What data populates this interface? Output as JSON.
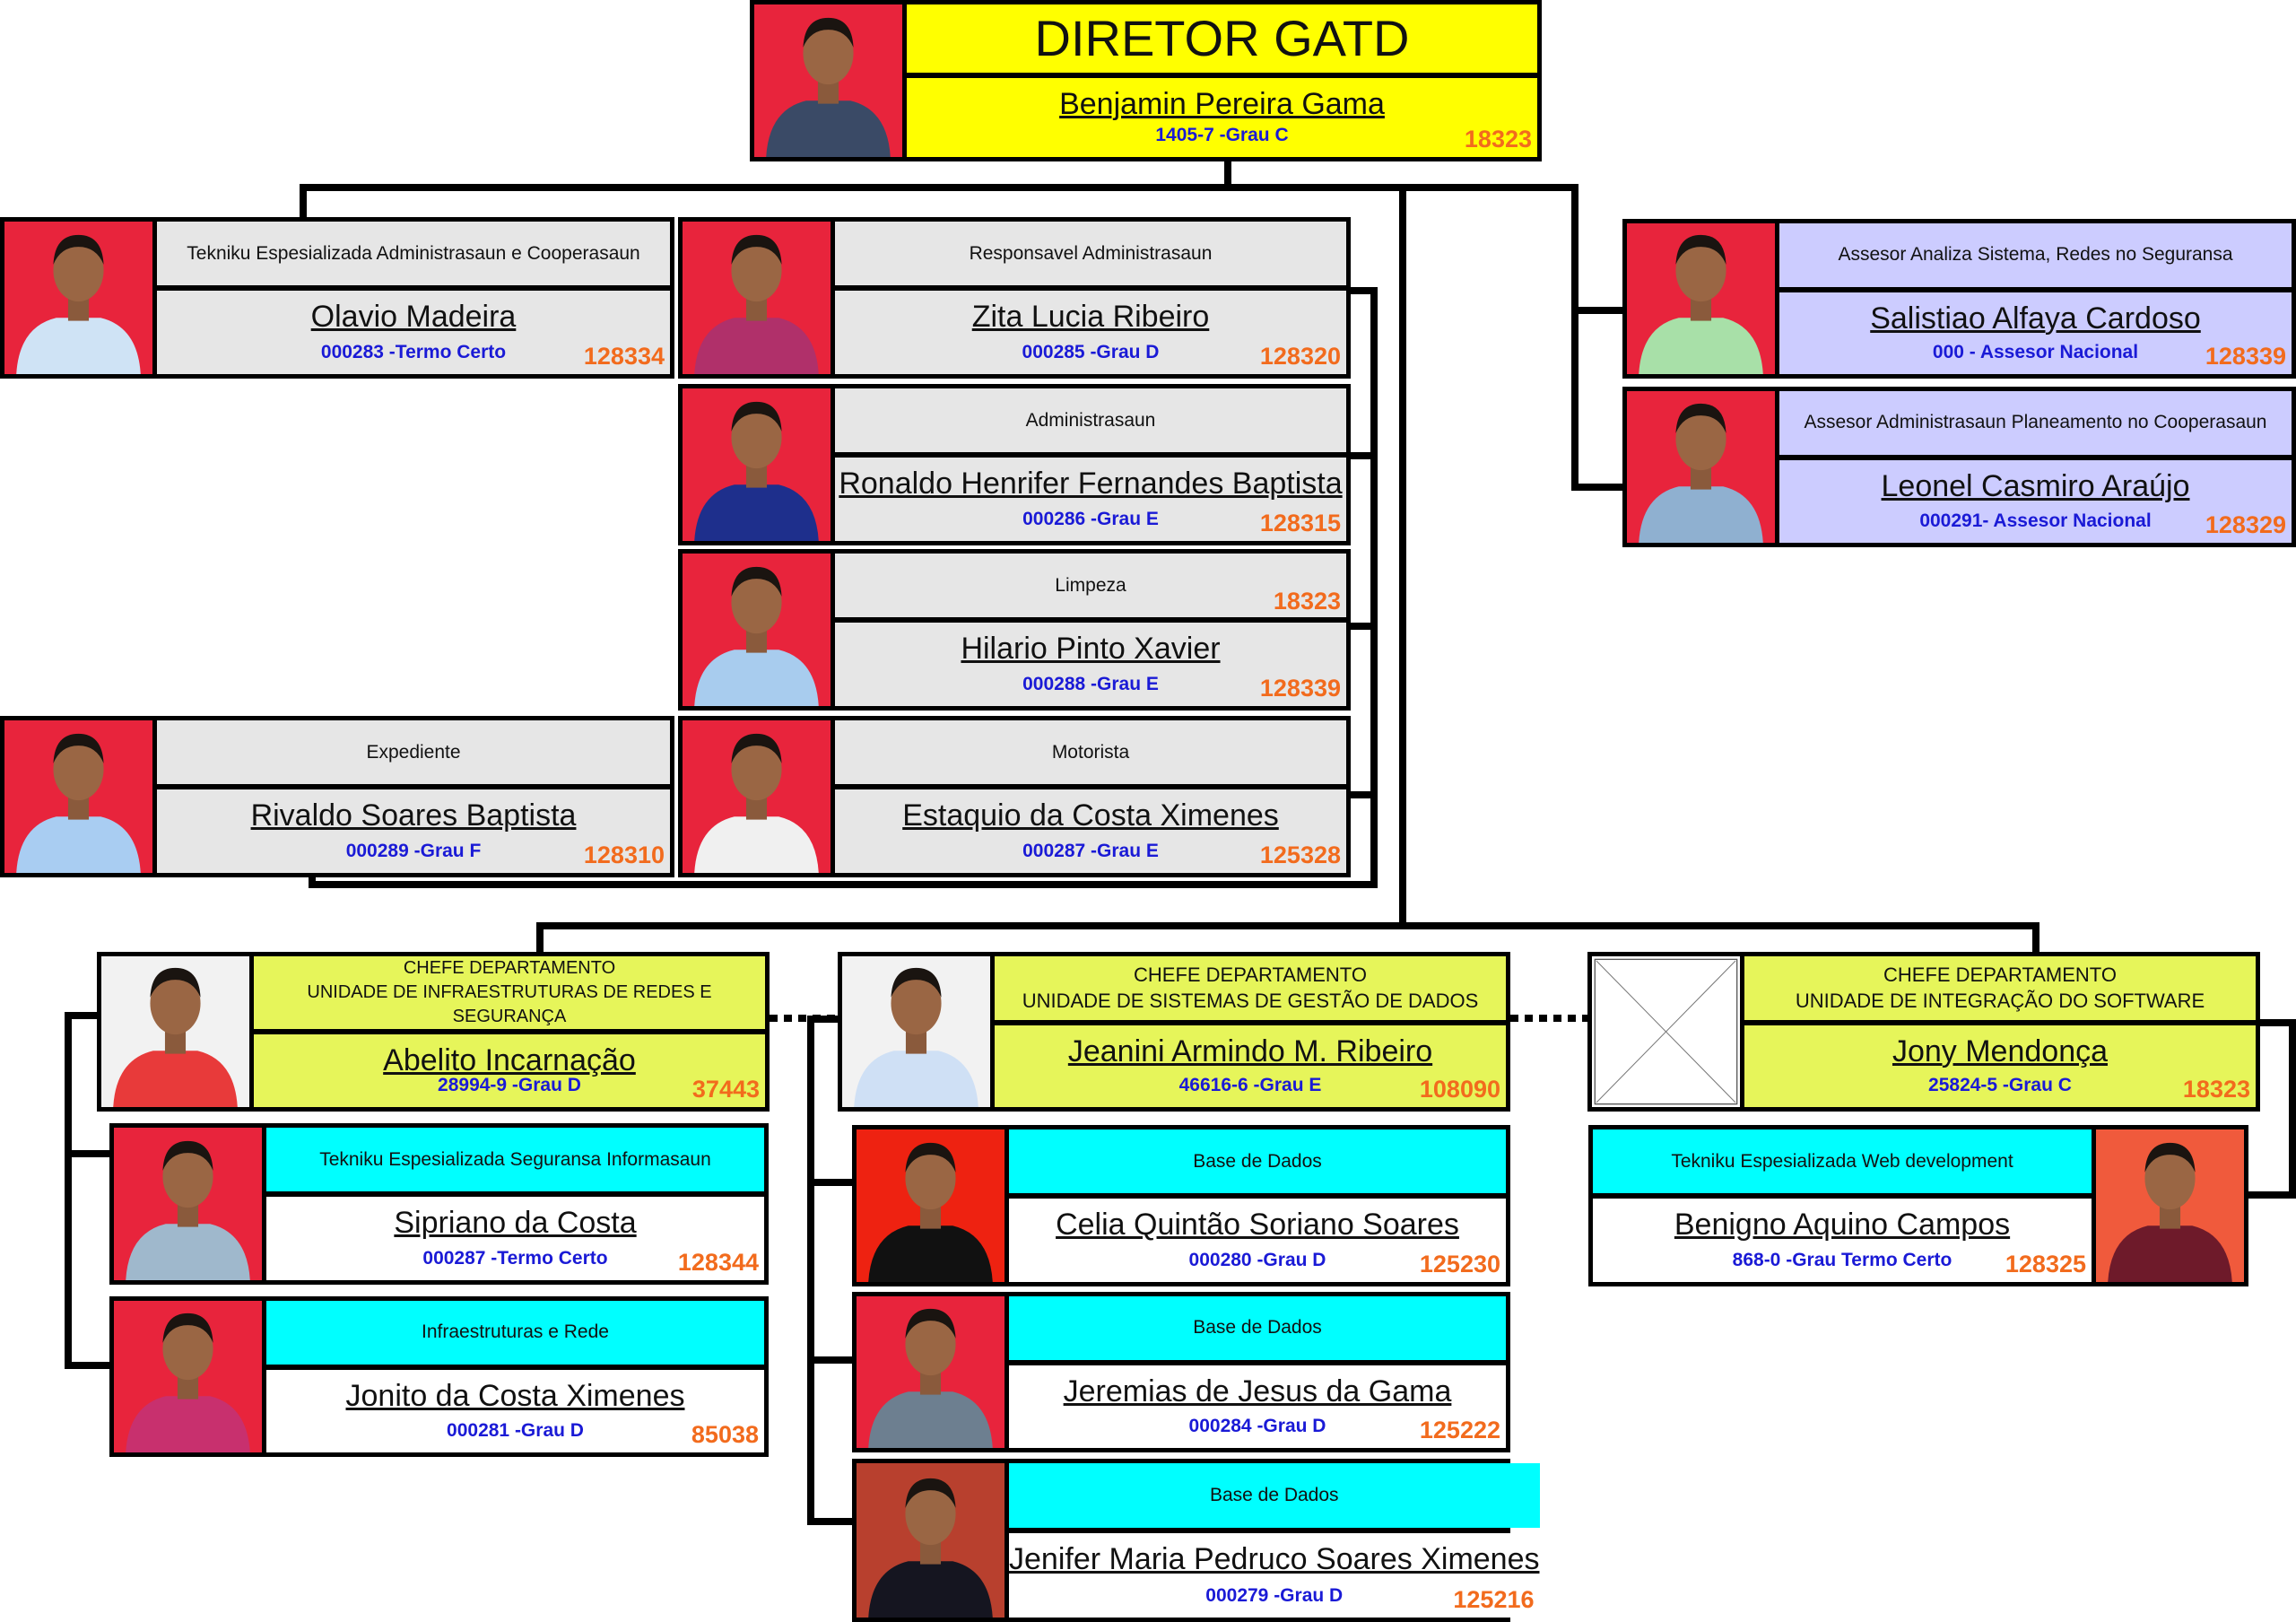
{
  "colors": {
    "gray": "#e6e6e6",
    "lavender": "#ccccff",
    "dept": "#e6f55a",
    "cyan": "#00ffff",
    "director": "#ffff00",
    "photo_bg": "#e8243c",
    "id_text": "#1a1ad6",
    "number": "#f26b1d"
  },
  "cards": [
    {
      "key": "director",
      "theme": "dir",
      "role": "DIRETOR GATD",
      "name": "Benjamin Pereira Gama",
      "id_line": "1405-7 -Grau C",
      "number": "18323",
      "shirt": "#3a4a66"
    },
    {
      "key": "olavio",
      "theme": "gray",
      "role": "Tekniku Espesializada Administrasaun e Cooperasaun",
      "name": "Olavio Madeira",
      "id_line": "000283 -Termo Certo",
      "number": "128334",
      "shirt": "#cfe3f5"
    },
    {
      "key": "zita",
      "theme": "gray",
      "role": "Responsavel Administrasaun",
      "name": "Zita Lucia Ribeiro",
      "id_line": "000285 -Grau D",
      "number": "128320",
      "shirt": "#b0306a"
    },
    {
      "key": "ronaldo",
      "theme": "gray",
      "role": "Administrasaun",
      "name": "Ronaldo Henrifer Fernandes Baptista",
      "id_line": "000286 -Grau E",
      "number": "128315",
      "shirt": "#1e2f8c"
    },
    {
      "key": "hilario",
      "theme": "gray",
      "role": "Limpeza",
      "role_number": "18323",
      "name": "Hilario Pinto Xavier",
      "id_line": "000288 -Grau E",
      "number": "128339",
      "shirt": "#a8ccee"
    },
    {
      "key": "rivaldo",
      "theme": "gray",
      "role": "Expediente",
      "name": "Rivaldo Soares Baptista",
      "id_line": "000289 -Grau F",
      "number": "128310",
      "shirt": "#a9cdf2"
    },
    {
      "key": "estaquio",
      "theme": "gray",
      "role": "Motorista",
      "name": "Estaquio da Costa Ximenes",
      "id_line": "000287 -Grau E",
      "number": "125328",
      "shirt": "#f0f0f0"
    },
    {
      "key": "salistiao",
      "theme": "lav",
      "role": "Assesor Analiza Sistema, Redes no Seguransa",
      "name": "Salistiao Alfaya Cardoso",
      "id_line": "000 - Assesor Nacional",
      "number": "128339",
      "shirt": "#a8e0a8"
    },
    {
      "key": "leonel",
      "theme": "lav",
      "role": "Assesor Administrasaun Planeamento no Cooperasaun",
      "name": "Leonel Casmiro Araújo",
      "id_line": "000291- Assesor Nacional",
      "number": "128329",
      "shirt": "#8fb0d0"
    },
    {
      "key": "abelito",
      "theme": "dept",
      "role": "CHEFE DEPARTAMENTO",
      "role2": "UNIDADE DE INFRAESTRUTURAS DE REDES E SEGURANÇA",
      "name": "Abelito Incarnação",
      "id_line": "28994-9 -Grau D",
      "number": "37443",
      "shirt": "#e83a3a",
      "bg": "#f2f2f2"
    },
    {
      "key": "jeanini",
      "theme": "dept",
      "role": "CHEFE DEPARTAMENTO",
      "role2": "UNIDADE DE SISTEMAS DE GESTÃO DE DADOS",
      "name": "Jeanini Armindo M. Ribeiro",
      "id_line": "46616-6 -Grau E",
      "number": "108090",
      "shirt": "#cfe0f5",
      "bg": "#f2f2f2"
    },
    {
      "key": "jony",
      "theme": "dept",
      "role": "CHEFE DEPARTAMENTO",
      "role2": "UNIDADE DE INTEGRAÇÃO DO SOFTWARE",
      "name": "Jony Mendonça",
      "id_line": "25824-5 -Grau C",
      "number": "18323",
      "empty": true
    },
    {
      "key": "sipriano",
      "theme": "cyan",
      "role": "Tekniku Espesializada Seguransa Informasaun",
      "name": "Sipriano da Costa",
      "id_line": "000287 -Termo Certo",
      "number": "128344",
      "shirt": "#9fb8cc"
    },
    {
      "key": "jonito",
      "theme": "cyan",
      "role": "Infraestruturas e Rede",
      "name": "Jonito da Costa Ximenes",
      "id_line": "000281 -Grau D",
      "number": "85038",
      "shirt": "#c8306e"
    },
    {
      "key": "celia",
      "theme": "cyan",
      "role": "Base de Dados",
      "name": "Celia Quintão Soriano Soares",
      "id_line": "000280 -Grau D",
      "number": "125230",
      "shirt": "#111111",
      "bg": "#ee2211"
    },
    {
      "key": "jeremias",
      "theme": "cyan",
      "role": "Base de Dados",
      "name": "Jeremias de Jesus da Gama",
      "id_line": "000284 -Grau D",
      "number": "125222",
      "shirt": "#6d7f90"
    },
    {
      "key": "jenifer",
      "theme": "cyan",
      "role": "Base de Dados",
      "name": "Jenifer Maria Pedruco Soares Ximenes",
      "id_line": "000279 -Grau D",
      "number": "125216",
      "shirt": "#151520",
      "bg": "#b8402e"
    },
    {
      "key": "benigno",
      "theme": "cyan",
      "role": "Tekniku Espesializada Web development",
      "name": "Benigno Aquino Campos",
      "id_line": "868-0 -Grau Termo Certo",
      "number": "128325",
      "shirt": "#6e1a2a",
      "bg": "#f05a3c",
      "photo_right": true
    }
  ]
}
